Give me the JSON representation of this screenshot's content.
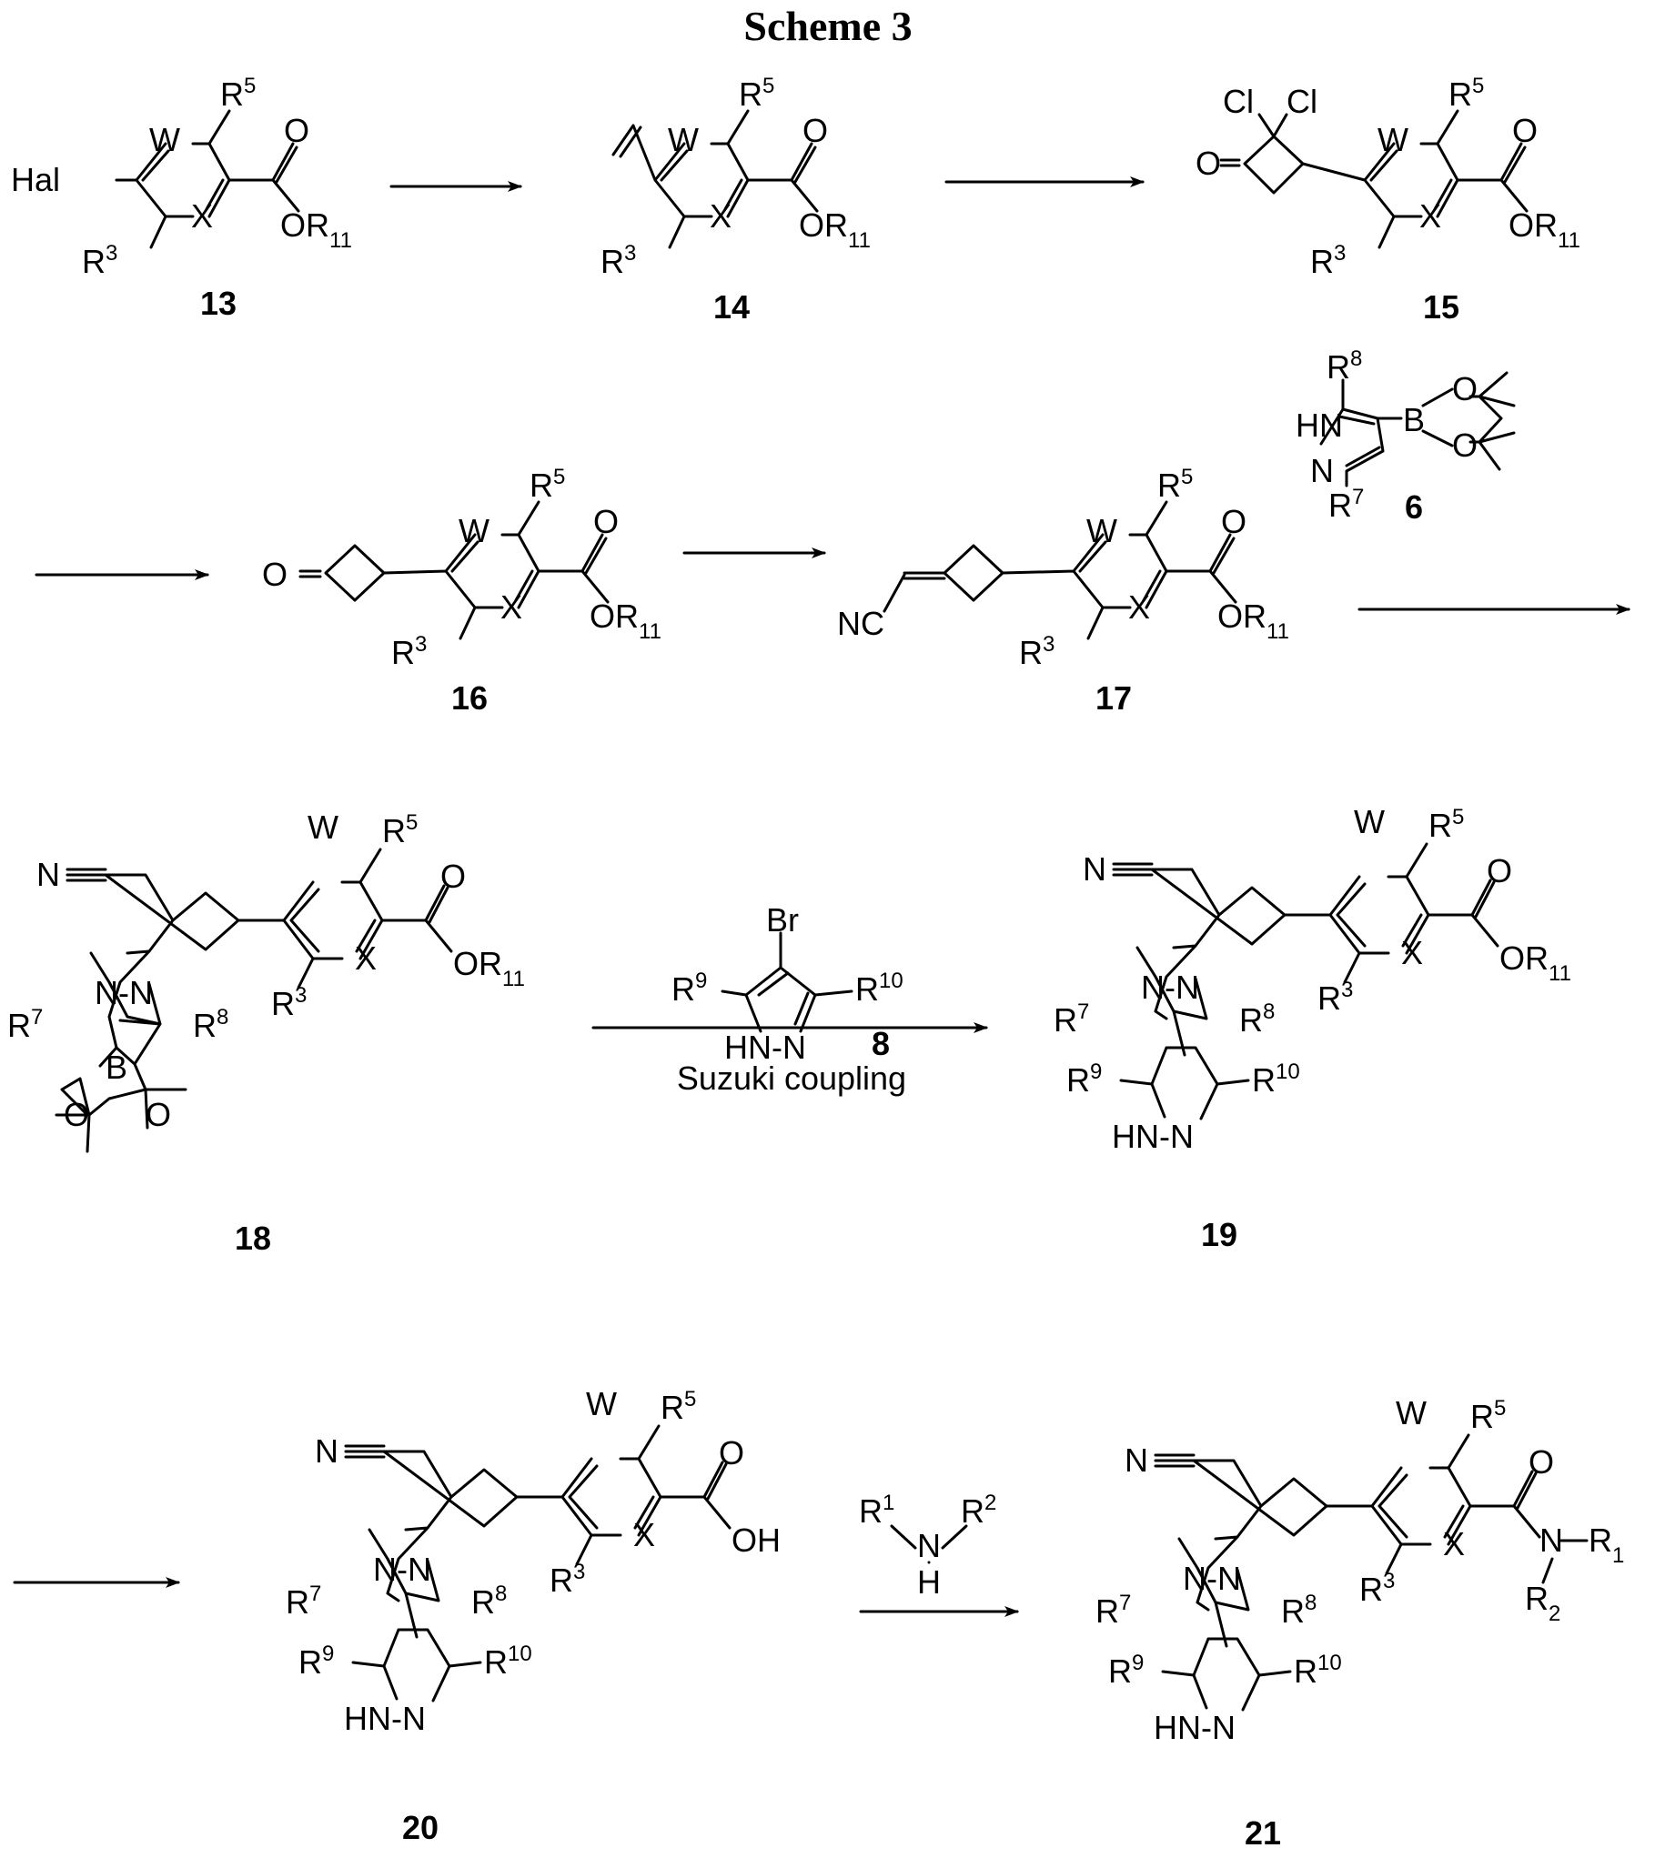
{
  "title": "Scheme 3",
  "compound_labels": {
    "c13": "13",
    "c14": "14",
    "c15": "15",
    "c16": "16",
    "c17": "17",
    "c6": "6",
    "c18": "18",
    "c8": "8",
    "c19": "19",
    "c20": "20",
    "c21": "21"
  },
  "atoms": {
    "W": "W",
    "X": "X",
    "O": "O",
    "R": "R",
    "N": "N",
    "H": "H",
    "Hal": "Hal",
    "Cl": "Cl",
    "NC": "NC",
    "HN": "HN",
    "HNN": "HN-N",
    "NN": "N-N",
    "B": "B",
    "Br": "Br",
    "OH": "OH"
  },
  "superscripts": {
    "s1": "1",
    "s2": "2",
    "s3": "3",
    "s5": "5",
    "s7": "7",
    "s8": "8",
    "s9": "9",
    "s10": "10"
  },
  "subscripts": {
    "s11": "11",
    "s1": "1",
    "s2": "2"
  },
  "conditions": {
    "suzuki": "Suzuki coupling"
  },
  "colors": {
    "ink": "#000000",
    "paper": "#ffffff"
  }
}
